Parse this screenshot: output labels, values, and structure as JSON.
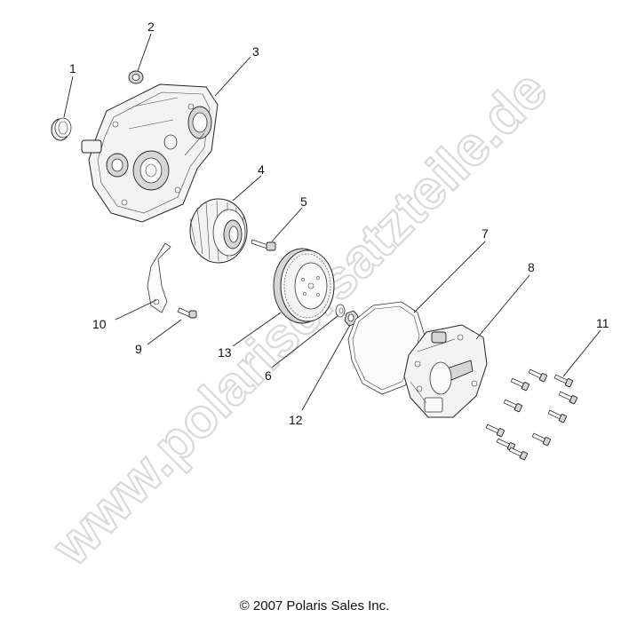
{
  "watermark": "www.polarisersatzteile.de",
  "copyright": "© 2007 Polaris Sales Inc.",
  "callouts": {
    "c1": "1",
    "c2": "2",
    "c3": "3",
    "c4": "4",
    "c5": "5",
    "c6": "6",
    "c7": "7",
    "c8": "8",
    "c9": "9",
    "c10": "10",
    "c11": "11",
    "c12": "12",
    "c13": "13"
  }
}
